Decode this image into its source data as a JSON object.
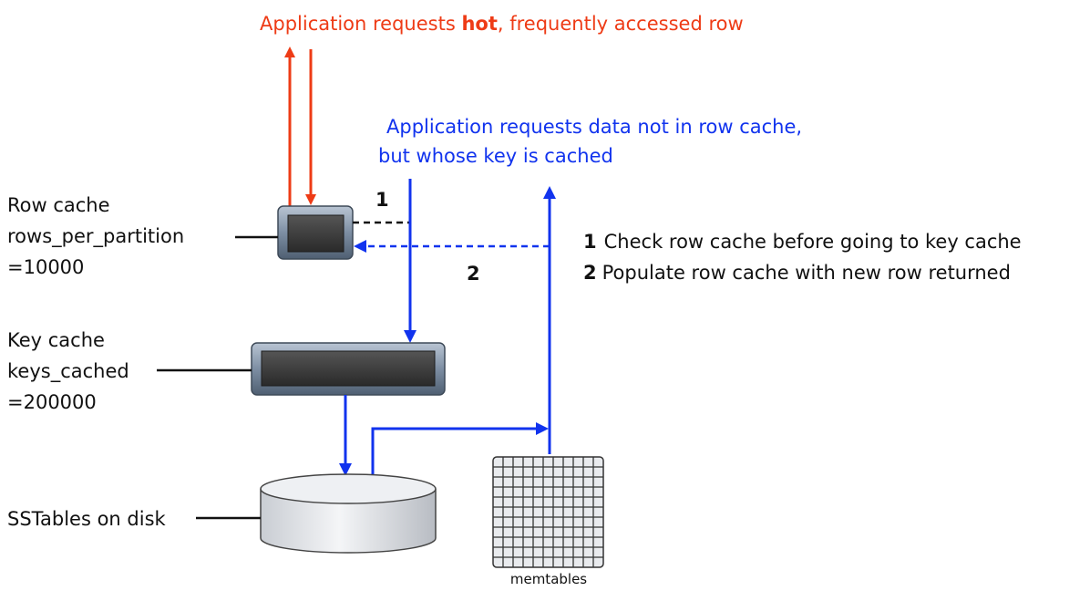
{
  "title": {
    "prefix": "Application requests ",
    "emphasis": "hot",
    "suffix": ", frequently accessed row"
  },
  "blue_note": {
    "line1": "Application requests data not in row cache,",
    "line2": "but whose key is cached"
  },
  "row_cache": {
    "line1": "Row cache",
    "line2": "rows_per_partition",
    "line3": "=10000"
  },
  "key_cache": {
    "line1": "Key cache",
    "line2": "keys_cached",
    "line3": "=200000"
  },
  "sstables": {
    "label": "SSTables on disk"
  },
  "memtables": {
    "label": "memtables"
  },
  "steps": {
    "marker1": "1",
    "marker2": "2",
    "legend1_num": "1",
    "legend1_text": "Check row cache before going to key cache",
    "legend2_num": "2",
    "legend2_text": "Populate row cache with new row returned"
  },
  "colors": {
    "request_hot": "#ee3b16",
    "request_cached_key": "#1133ee",
    "cache_fill": "#3a3a3a",
    "cache_frame": "#6f7f92"
  }
}
